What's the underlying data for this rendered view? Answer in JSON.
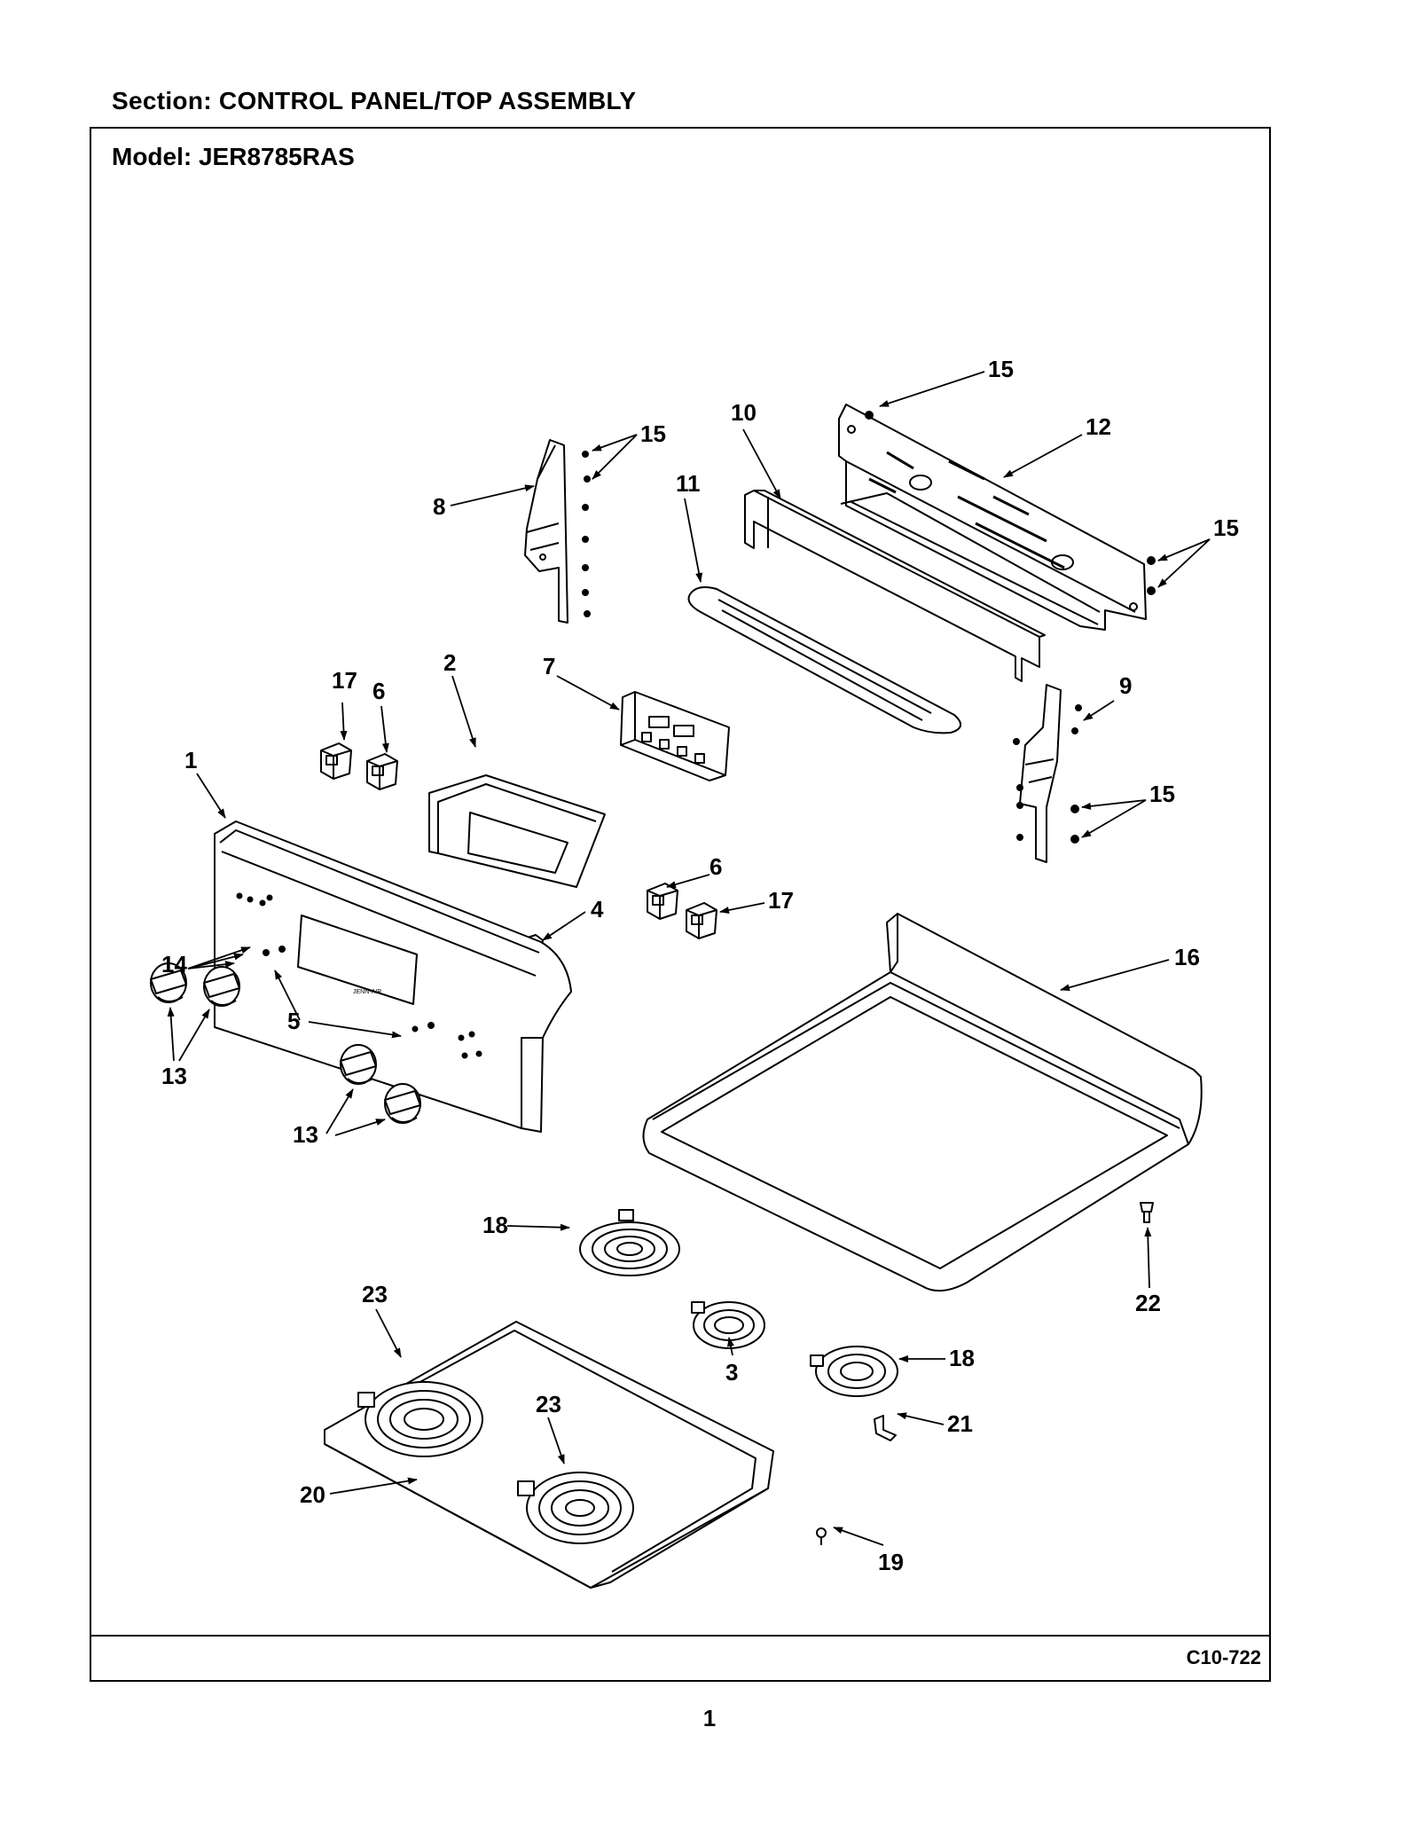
{
  "header": {
    "section_title": "Section:  CONTROL PANEL/TOP ASSEMBLY",
    "model_title": "Model:  JER8785RAS"
  },
  "footer": {
    "reference_code": "C10-722",
    "page_number": "1"
  },
  "diagram": {
    "callouts": [
      "1",
      "2",
      "3",
      "4",
      "5",
      "6",
      "6",
      "7",
      "8",
      "9",
      "10",
      "11",
      "12",
      "13",
      "13",
      "14",
      "15",
      "15",
      "15",
      "15",
      "16",
      "17",
      "17",
      "18",
      "18",
      "19",
      "20",
      "21",
      "22",
      "23",
      "23"
    ],
    "panel_brand": "JENN-AIR"
  }
}
